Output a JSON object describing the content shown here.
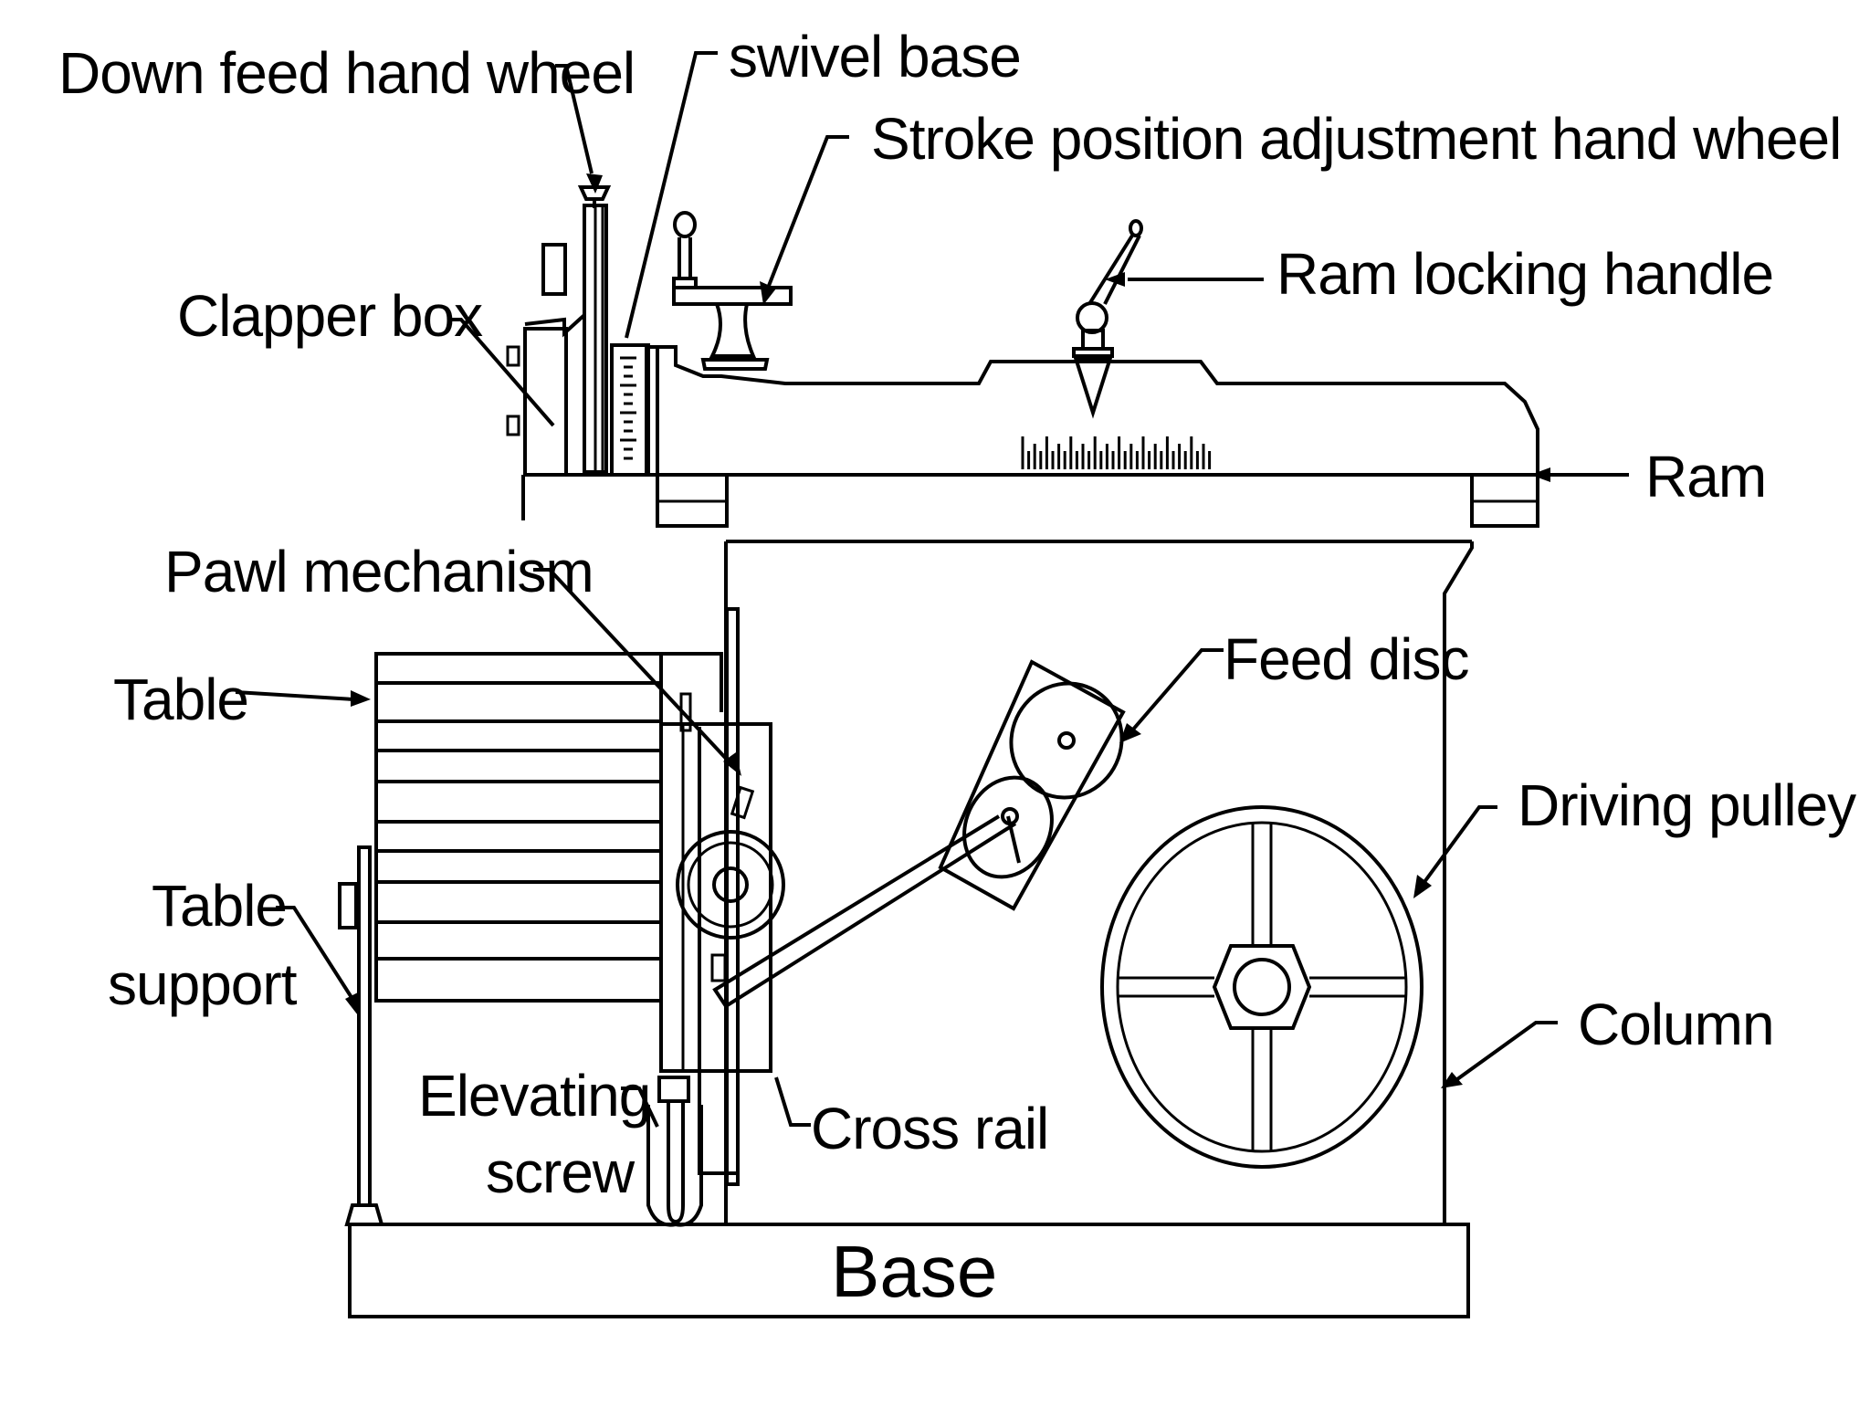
{
  "labels": {
    "down_feed_hand_wheel": "Down feed hand wheel",
    "swivel_base": "swivel base",
    "stroke_position": "Stroke position adjustment hand wheel",
    "ram_locking_handle": "Ram locking handle",
    "clapper_box": "Clapper box",
    "ram": "Ram",
    "pawl_mechanism": "Pawl mechanism",
    "feed_disc": "Feed disc",
    "table": "Table",
    "driving_pulley": "Driving pulley",
    "table_support_1": "Table",
    "table_support_2": "support",
    "column": "Column",
    "elevating_screw_1": "Elevating",
    "elevating_screw_2": "screw",
    "cross_rail": "Cross rail",
    "base": "Base"
  },
  "colors": {
    "line": "#000000",
    "background": "#ffffff"
  }
}
